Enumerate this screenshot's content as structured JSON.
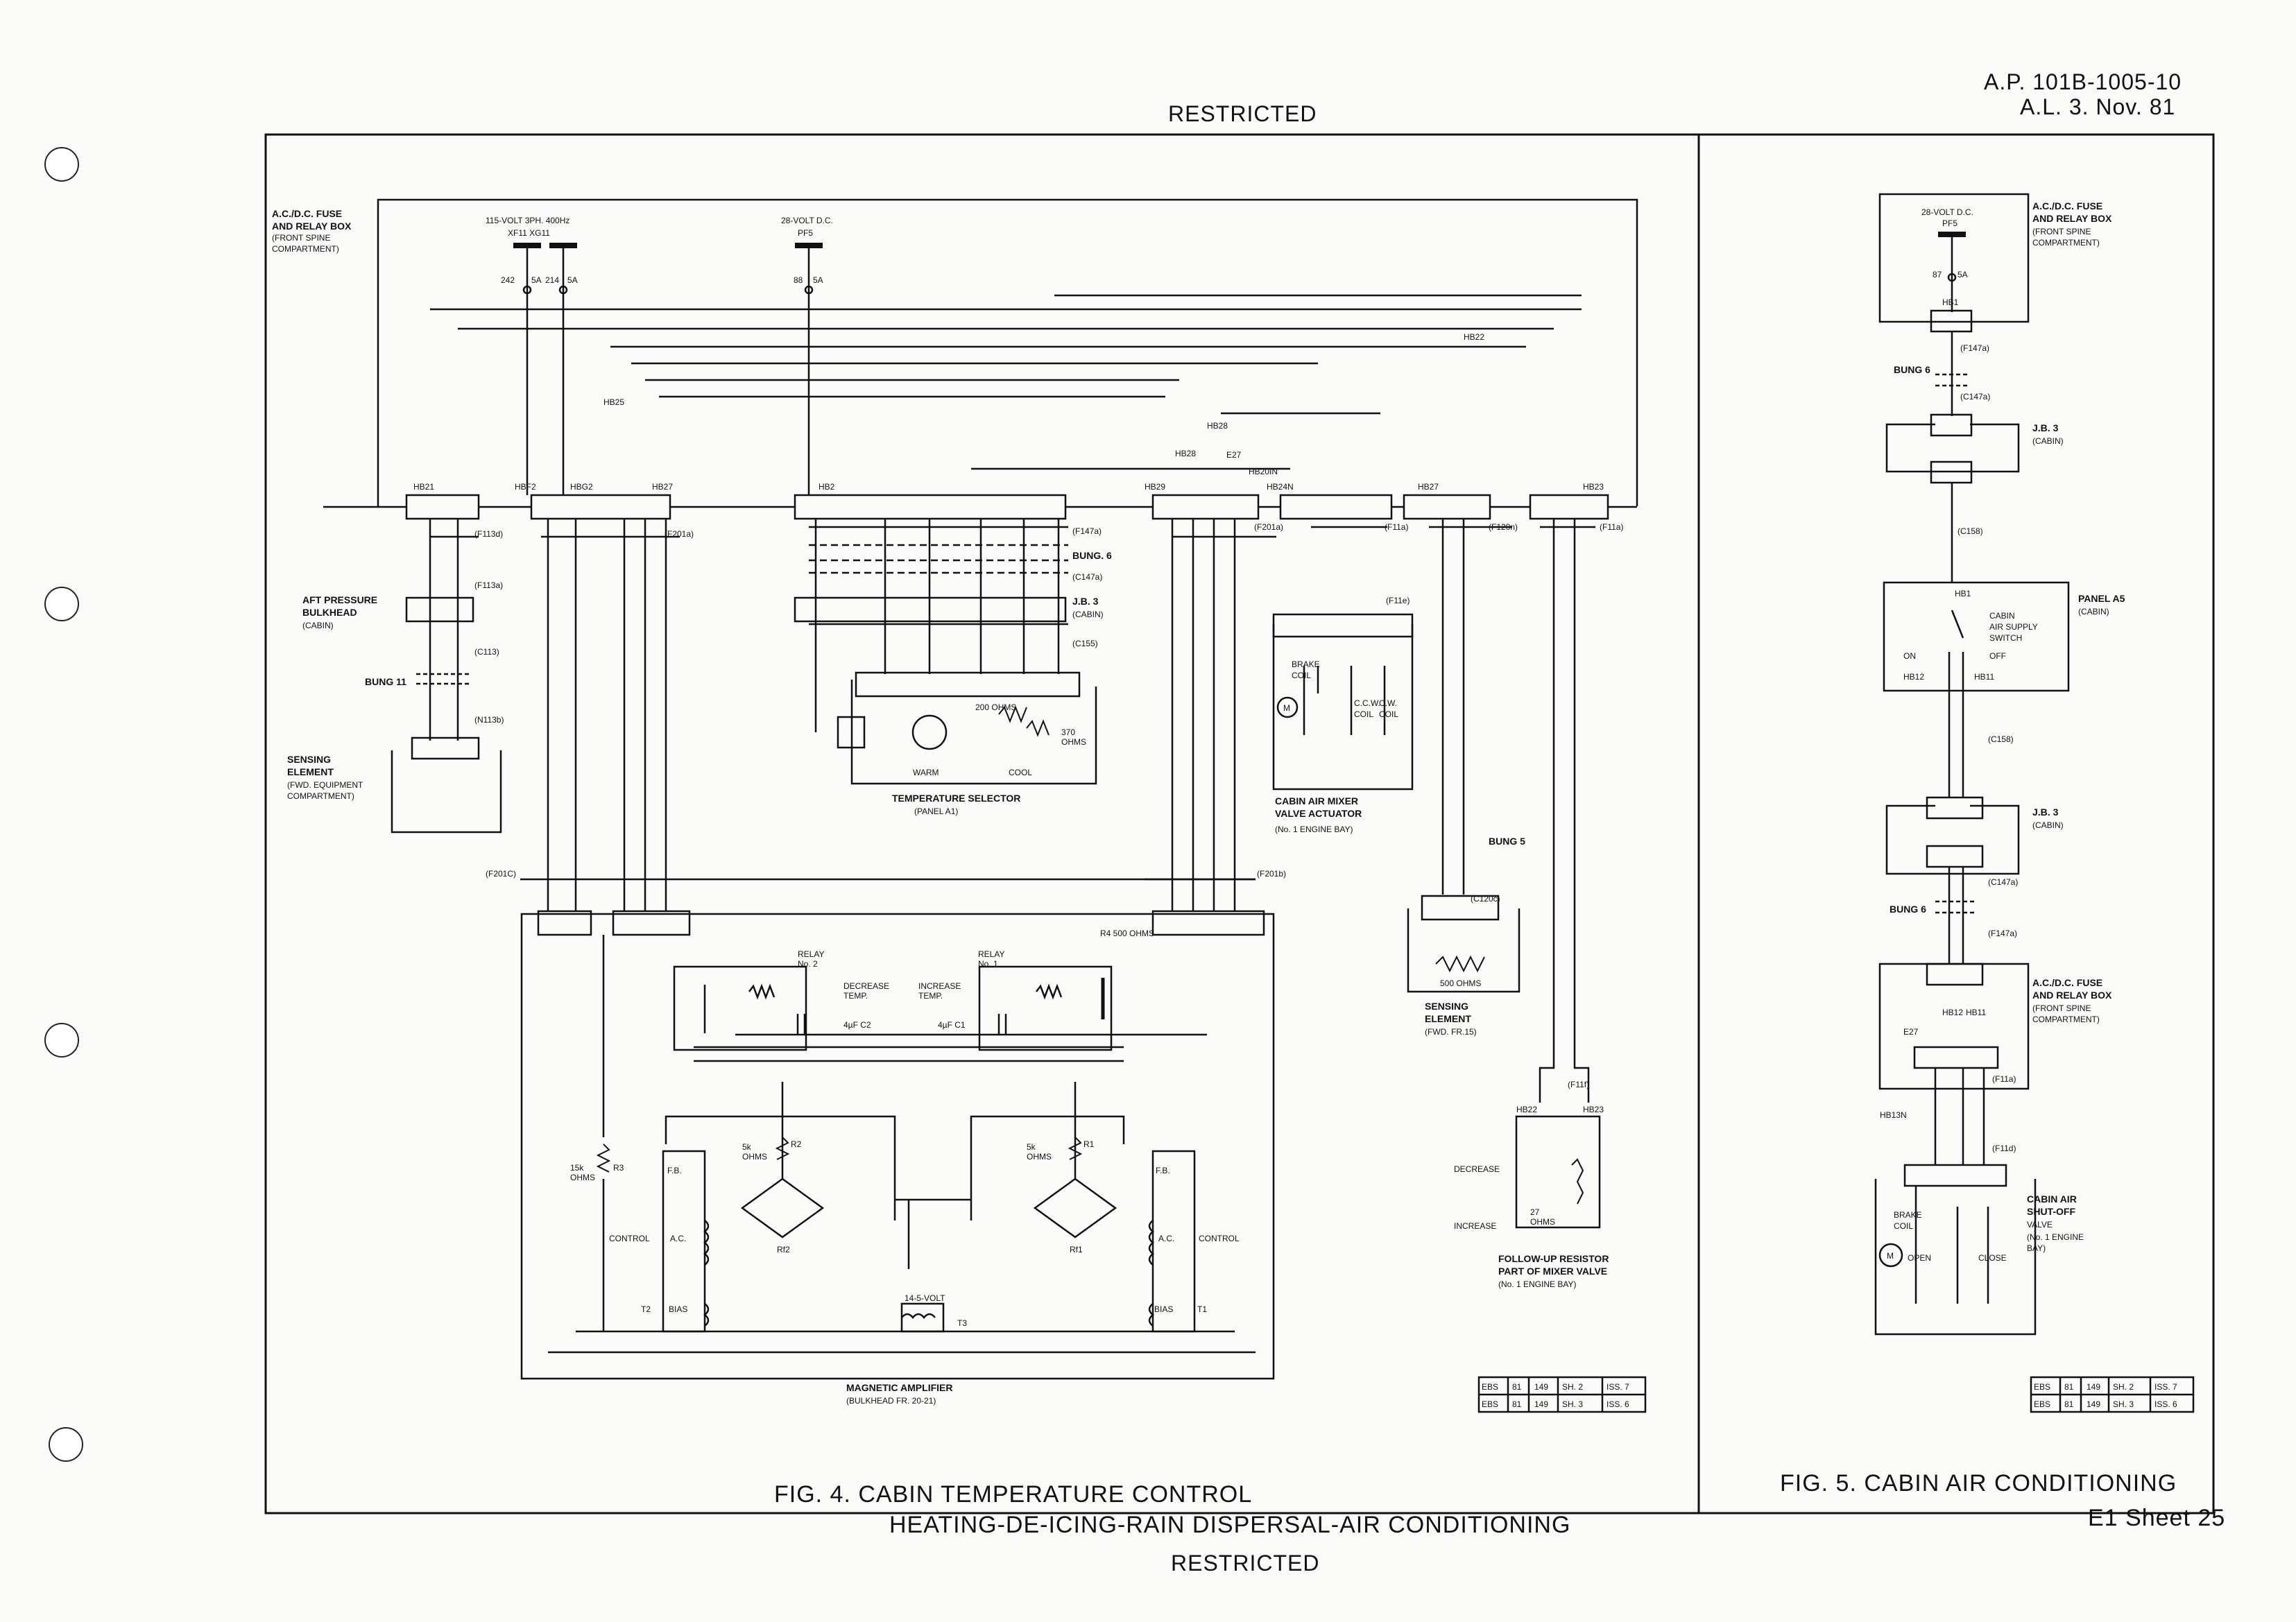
{
  "header": {
    "restricted_top": "RESTRICTED",
    "ap_ref": "A.P. 101B-1005-10",
    "amendment": "A.L. 3. Nov. 81"
  },
  "footer": {
    "fig4_title": "FIG. 4. CABIN TEMPERATURE CONTROL",
    "fig5_title": "FIG. 5. CABIN AIR CONDITIONING",
    "subject": "HEATING-DE-ICING-RAIN DISPERSAL-AIR CONDITIONING",
    "restricted_bottom": "RESTRICTED",
    "sheet": "E1 Sheet 25"
  },
  "fig4": {
    "fuse_box": [
      "A.C./D.C. FUSE",
      "AND RELAY BOX",
      "(FRONT SPINE",
      "COMPARTMENT)"
    ],
    "supply_ac": [
      "115-VOLT 3PH. 400Hz",
      "XF11   XG11"
    ],
    "supply_dc": [
      "28-VOLT D.C.",
      "PF5"
    ],
    "fuses": [
      "242",
      "5A",
      "214",
      "5A",
      "88",
      "5A"
    ],
    "harness": [
      "HB21",
      "HBF2",
      "HBG2",
      "HB27",
      "HB2",
      "HB29",
      "HB24N",
      "HB27",
      "HB23",
      "HB25",
      "HB28",
      "HB28",
      "HB22",
      "E27",
      "HB20IN"
    ],
    "cables": [
      "(F113d)",
      "(F113a)",
      "(C113)",
      "(N113b)",
      "(F201a)",
      "(F147a)",
      "(C147a)",
      "(C155)",
      "(F201a)",
      "(F11a)",
      "(F120n)",
      "(F11a)",
      "(F11e)",
      "(C120c)",
      "(F201C)",
      "(F201b)",
      "(F11f)"
    ],
    "bung6": "BUNG. 6",
    "jb3": [
      "J.B. 3",
      "(CABIN)"
    ],
    "aft_bulkhead": [
      "AFT PRESSURE",
      "BULKHEAD",
      "(CABIN)"
    ],
    "bung11": "BUNG 11",
    "sensing_fwd": [
      "SENSING",
      "ELEMENT",
      "(FWD. EQUIPMENT",
      "COMPARTMENT)"
    ],
    "temp_selector": [
      "TEMPERATURE SELECTOR",
      "(PANEL A1)"
    ],
    "selector_values": [
      "200 OHMS",
      "370",
      "OHMS",
      "WARM",
      "COOL"
    ],
    "mixer_actuator": [
      "CABIN AIR MIXER",
      "VALVE ACTUATOR",
      "(No. 1 ENGINE BAY)"
    ],
    "mixer_coils": [
      "BRAKE",
      "COIL",
      "C.C.W.",
      "COIL",
      "C.W.",
      "COIL",
      "M"
    ],
    "bung5": "BUNG 5",
    "sensing_fr15": [
      "SENSING",
      "ELEMENT",
      "(FWD. FR.15)"
    ],
    "sensing_ohms": "500 OHMS",
    "followup": [
      "FOLLOW-UP RESISTOR",
      "PART OF MIXER VALVE",
      "(No. 1 ENGINE BAY)"
    ],
    "followup_vals": [
      "DECREASE",
      "INCREASE",
      "27",
      "OHMS",
      "HB22",
      "HB23"
    ],
    "mag_amp": [
      "MAGNETIC AMPLIFIER",
      "(BULKHEAD FR. 20-21)"
    ],
    "amp_labels": [
      "RELAY",
      "No. 2",
      "RELAY",
      "No. 1",
      "DECREASE",
      "TEMP.",
      "INCREASE",
      "TEMP.",
      "4µF C2",
      "4µF C1",
      "R4 500 OHMS",
      "5k",
      "OHMS",
      "R2",
      "5k",
      "OHMS",
      "R1",
      "15k",
      "OHMS",
      "R3",
      "F.B.",
      "F.B.",
      "A.C.",
      "A.C.",
      "CONTROL",
      "CONTROL",
      "Rf2",
      "Rf1",
      "T2",
      "BIAS",
      "BIAS",
      "T1",
      "14-5-VOLT",
      "T3"
    ],
    "ref_table": [
      [
        "EBS",
        "81",
        "149",
        "SH. 2",
        "ISS. 7"
      ],
      [
        "EBS",
        "81",
        "149",
        "SH. 3",
        "ISS. 6"
      ]
    ]
  },
  "fig5": {
    "supply": [
      "28-VOLT D.C.",
      "PF5"
    ],
    "fuse": [
      "87",
      "5A"
    ],
    "fuse_box": [
      "A.C./D.C. FUSE",
      "AND RELAY BOX",
      "(FRONT SPINE",
      "COMPARTMENT)"
    ],
    "harness": [
      "HB1",
      "HB1",
      "HB12",
      "HB11",
      "HB12",
      "HB11",
      "HB13N",
      "E27"
    ],
    "cables": [
      "(F147a)",
      "(C147a)",
      "(C158)",
      "(C158)",
      "(C147a)",
      "(F147a)",
      "(F11a)",
      "(F11d)"
    ],
    "bung6": "BUNG 6",
    "jb3": [
      "J.B. 3",
      "(CABIN)"
    ],
    "panel_a5": [
      "PANEL A5",
      "(CABIN)"
    ],
    "switch": [
      "CABIN",
      "AIR SUPPLY",
      "SWITCH",
      "ON",
      "OFF"
    ],
    "shutoff": [
      "CABIN AIR",
      "SHUT-OFF",
      "VALVE",
      "(No. 1 ENGINE",
      "BAY)"
    ],
    "valve_labels": [
      "BRAKE",
      "COIL",
      "M",
      "OPEN",
      "CLOSE"
    ],
    "ref_table": [
      [
        "EBS",
        "81",
        "149",
        "SH. 2",
        "ISS. 7"
      ],
      [
        "EBS",
        "81",
        "149",
        "SH. 3",
        "ISS. 6"
      ]
    ]
  }
}
